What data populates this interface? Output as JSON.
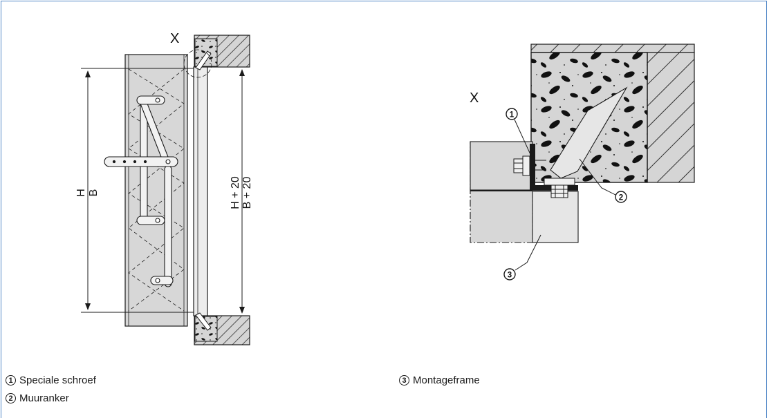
{
  "left_view": {
    "detail_marker": "X",
    "dim_h": "H",
    "dim_b": "B",
    "dim_h20": "H + 20",
    "dim_b20": "B + 20"
  },
  "right_view": {
    "detail_marker": "X",
    "callout_1": "1",
    "callout_2": "2",
    "callout_3": "3"
  },
  "legend": [
    {
      "num": "1",
      "text": "Speciale schroef"
    },
    {
      "num": "2",
      "text": "Muuranker"
    },
    {
      "num": "3",
      "text": "Montageframe"
    }
  ],
  "colors": {
    "frame_border": "#4f86c6",
    "panel_fill": "#d7d7d7",
    "wall_fill": "#d5d5d5",
    "line": "#1a1a1a"
  }
}
